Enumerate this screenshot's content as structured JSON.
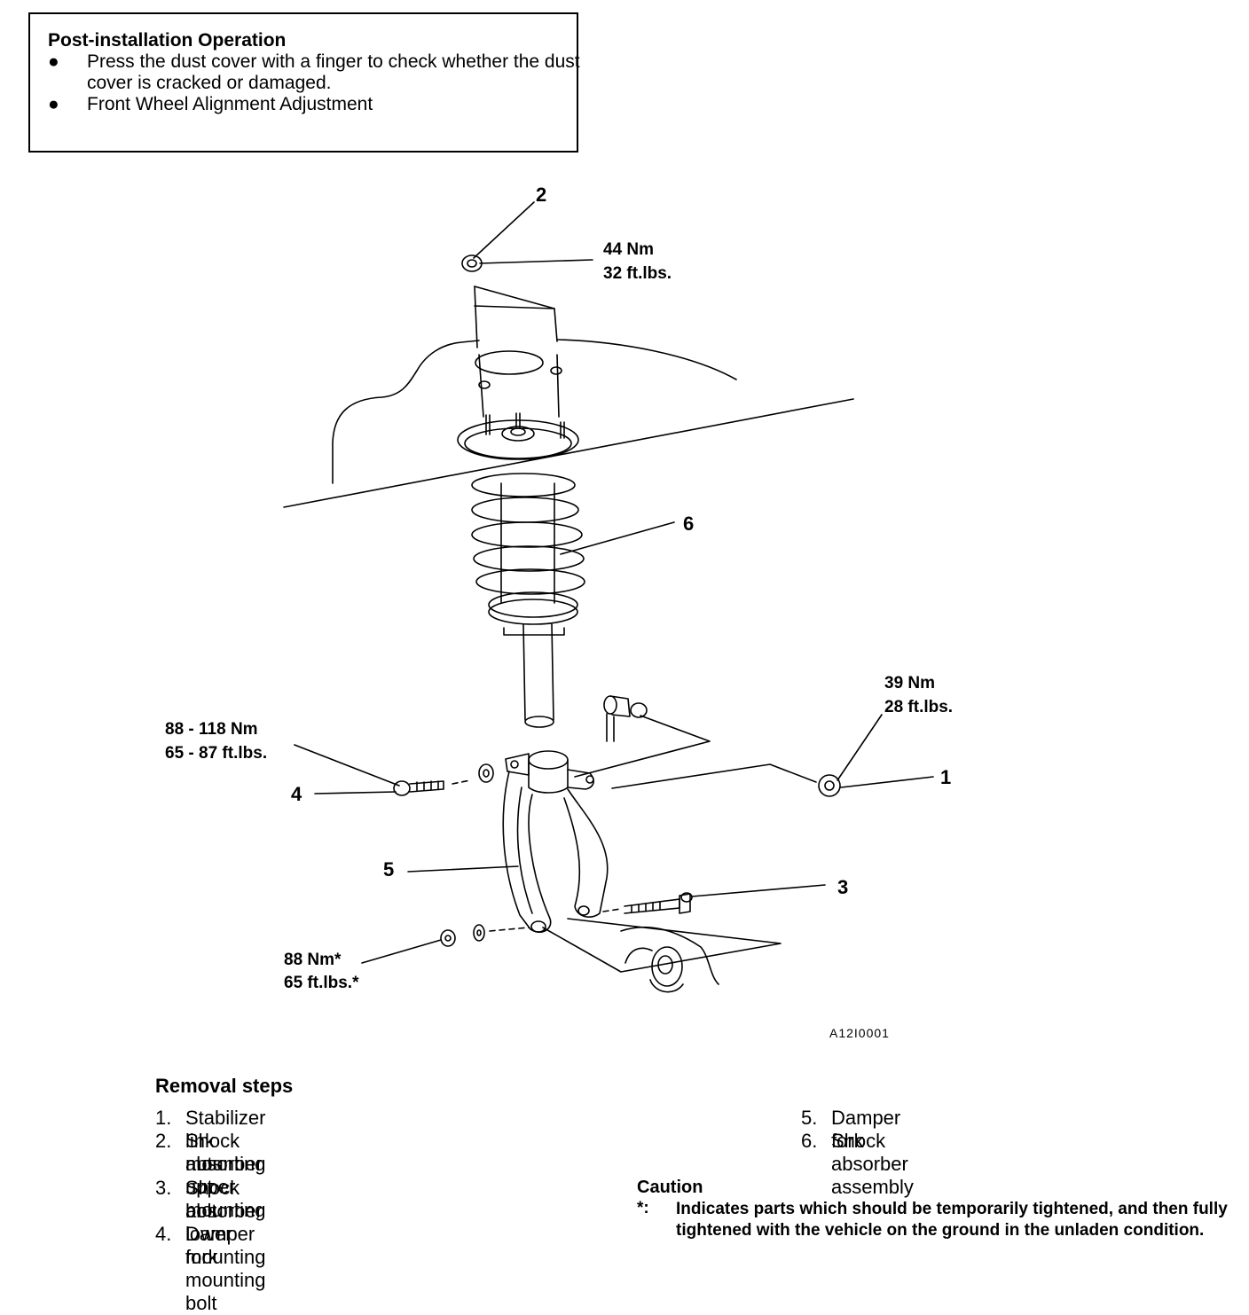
{
  "post_installation": {
    "title": "Post-installation  Operation",
    "items": [
      {
        "bullet": "●",
        "text": "Press the dust cover with a finger to check whether the dust cover is cracked or damaged."
      },
      {
        "bullet": "●",
        "text": "Front Wheel Alignment Adjustment"
      }
    ]
  },
  "diagram": {
    "callouts": [
      "1",
      "2",
      "3",
      "4",
      "5",
      "6"
    ],
    "torque": {
      "upper_nuts": [
        "44 Nm",
        "32 ft.lbs."
      ],
      "link_nut": [
        "39 Nm",
        "28 ft.lbs."
      ],
      "fork_bolt": [
        "88 - 118 Nm",
        "65 - 87 ft.lbs."
      ],
      "lower_bolt": [
        "88 Nm*",
        "65 ft.lbs.*"
      ]
    },
    "figure_code": "A12I0001"
  },
  "removal": {
    "title": "Removal  steps",
    "steps": [
      {
        "num": "1.",
        "lines": [
          "Stabilizer  link  mounting  nut"
        ]
      },
      {
        "num": "2.",
        "lines": [
          "Shock  absorber  upper  mounting",
          "nuts"
        ]
      },
      {
        "num": "3.",
        "lines": [
          "Shock  absorber  lower  mounting",
          "bolt"
        ]
      },
      {
        "num": "4.",
        "lines": [
          "Damper  fork  mounting  bolt"
        ]
      },
      {
        "num": "5.",
        "lines": [
          "Damper  fork"
        ]
      },
      {
        "num": "6.",
        "lines": [
          "Shock  absorber  assembly"
        ]
      }
    ]
  },
  "caution": {
    "title": "Caution",
    "mark": "*:",
    "text": "Indicates parts which should be temporarily tightened, and then fully tightened with the vehicle on the ground in the unladen condition."
  }
}
